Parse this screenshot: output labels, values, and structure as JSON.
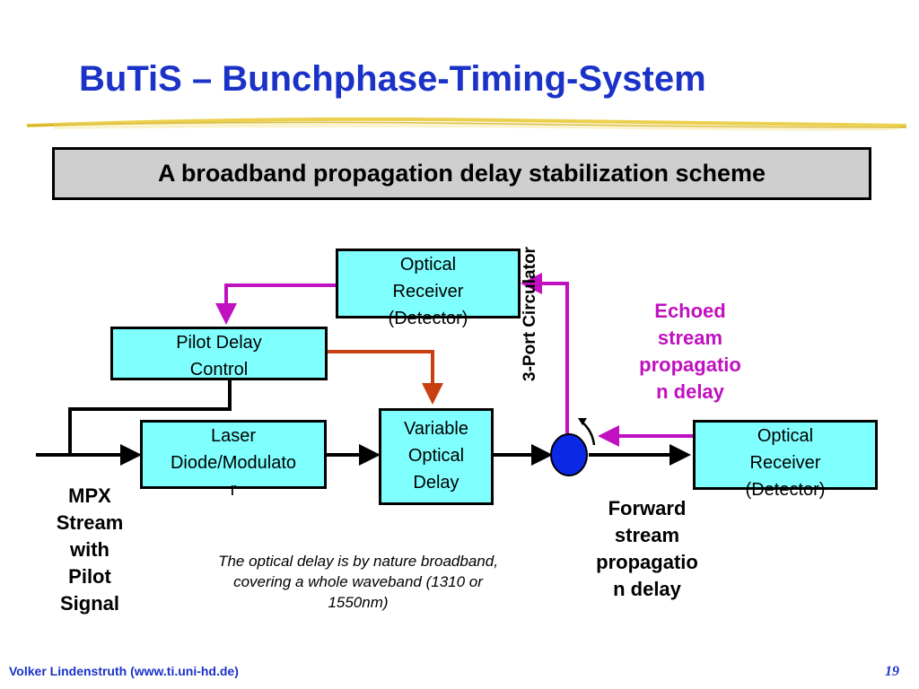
{
  "slide": {
    "title": "BuTiS – Bunchphase-Timing-System",
    "subtitle": "A broadband propagation delay stabilization scheme",
    "footer": "Volker Lindenstruth (www.ti.uni-hd.de)",
    "page_number": "19"
  },
  "diagram": {
    "boxes": {
      "optical_receiver_top": [
        "Optical",
        "Receiver",
        "(Detector)"
      ],
      "pilot_delay_control": [
        "Pilot Delay",
        "Control"
      ],
      "laser_diode": [
        "Laser",
        "Diode/Modulato",
        "r"
      ],
      "variable_optical_delay": [
        "Variable",
        "Optical",
        "Delay"
      ],
      "optical_receiver_right": [
        "Optical",
        "Receiver",
        "(Detector)"
      ]
    },
    "labels": {
      "mpx_stream": [
        "MPX",
        "Stream",
        "with",
        "Pilot",
        "Signal"
      ],
      "forward_stream": [
        "Forward",
        "stream",
        "propagatio",
        "n delay"
      ],
      "echoed_stream": [
        "Echoed",
        "stream",
        "propagatio",
        "n delay"
      ],
      "circulator": "3-Port Circulator",
      "note": "The optical delay is by nature broadband, covering a whole waveband (1310 or 1550nm)"
    },
    "colors": {
      "title_blue": "#1a32c8",
      "box_fill": "#7ffffe",
      "echo_line": "#c010c0",
      "control_line": "#c84010",
      "circulator_fill": "#0a28e6"
    }
  }
}
